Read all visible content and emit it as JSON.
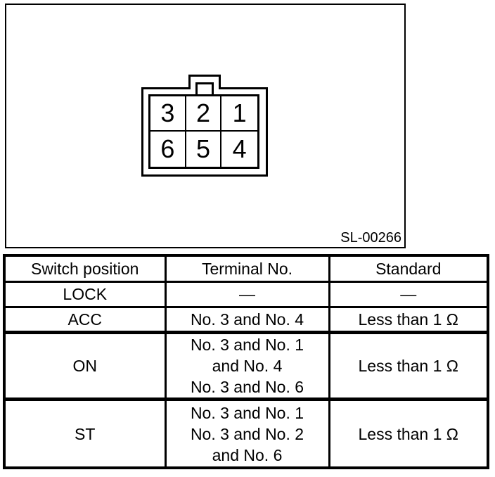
{
  "diagram": {
    "figure_label": "SL-00266",
    "connector": {
      "cells": [
        "3",
        "2",
        "1",
        "6",
        "5",
        "4"
      ]
    }
  },
  "table": {
    "headers": {
      "switch_position": "Switch position",
      "terminal_no": "Terminal No.",
      "standard": "Standard"
    },
    "rows": [
      {
        "switch_position": "LOCK",
        "terminal_no": [
          "—"
        ],
        "standard": "—"
      },
      {
        "switch_position": "ACC",
        "terminal_no": [
          "No. 3 and No. 4"
        ],
        "standard": "Less than 1 Ω"
      },
      {
        "switch_position": "ON",
        "terminal_no": [
          "No. 3 and No. 1",
          "and No. 4",
          "No. 3 and No. 6"
        ],
        "standard": "Less than 1 Ω"
      },
      {
        "switch_position": "ST",
        "terminal_no": [
          "No. 3 and No. 1",
          "No. 3 and No. 2",
          "and No. 6"
        ],
        "standard": "Less than 1 Ω"
      }
    ]
  },
  "colors": {
    "line": "#000000",
    "background": "#ffffff"
  }
}
